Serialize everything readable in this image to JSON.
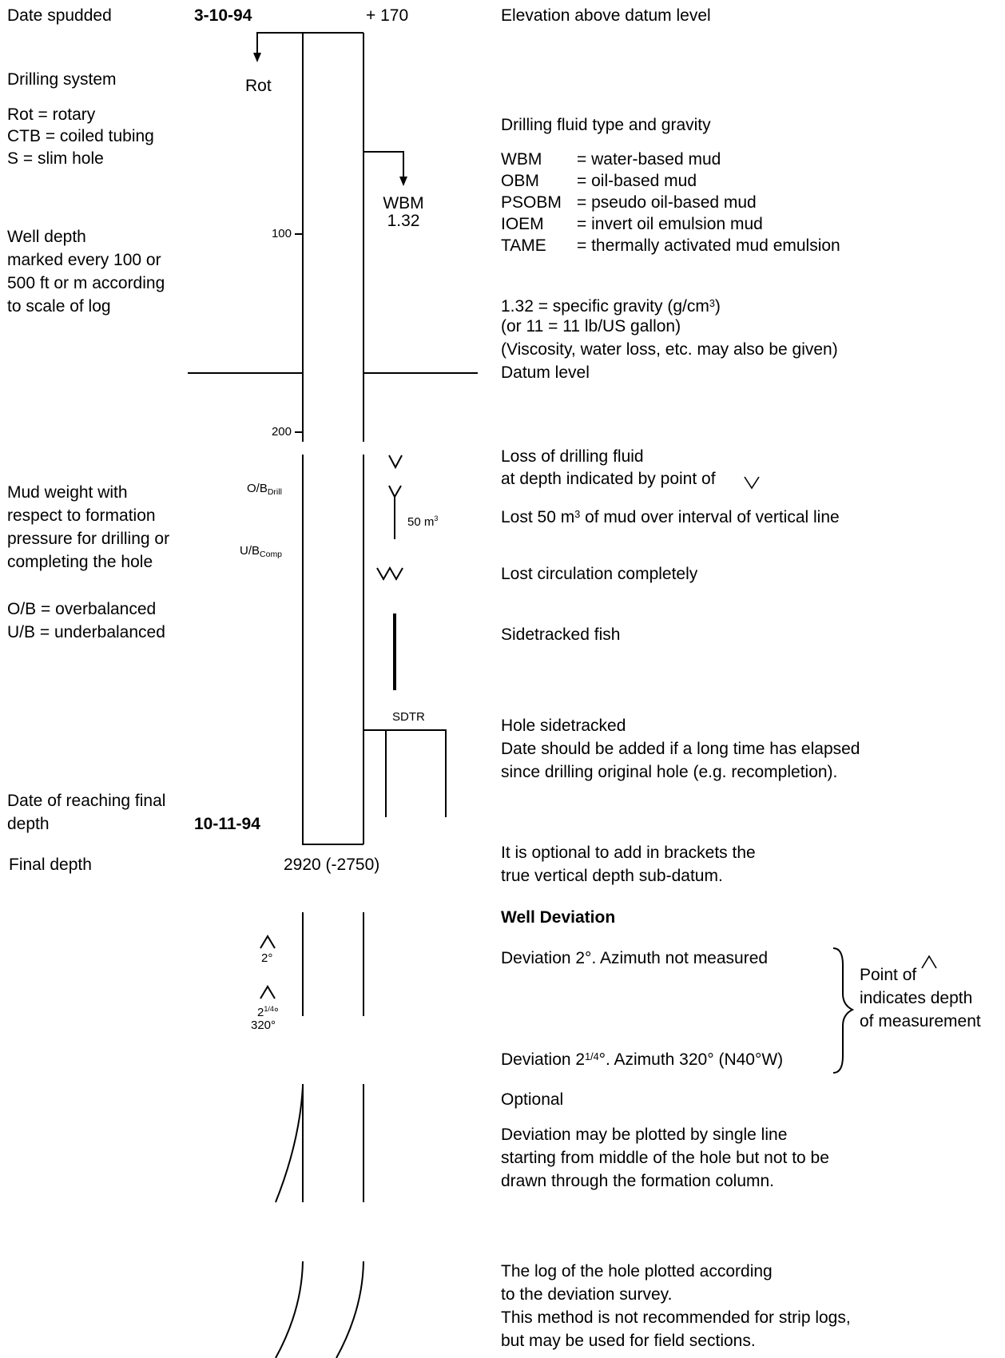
{
  "left": {
    "date_spudded": "Date spudded",
    "drilling_system": "Drilling system",
    "rot_def": "Rot = rotary",
    "ctb_def": "CTB = coiled tubing",
    "s_def": "S = slim hole",
    "well_depth_1": "Well depth",
    "well_depth_2": "marked every 100 or",
    "well_depth_3": "500 ft or m according",
    "well_depth_4": "to scale of log",
    "mud_weight_1": "Mud weight with",
    "mud_weight_2": "respect to formation",
    "mud_weight_3": "pressure for drilling or",
    "mud_weight_4": "completing the hole",
    "ob_def": "O/B = overbalanced",
    "ub_def": "U/B = underbalanced",
    "final_date_1": "Date of reaching final",
    "final_date_2": "depth",
    "final_depth": "Final depth"
  },
  "log": {
    "date_spudded_value": "3-10-94",
    "elevation_value": "+ 170",
    "rot": "Rot",
    "wbm": "WBM",
    "gravity": "1.32",
    "depth_100": "100",
    "depth_200": "200",
    "ob": "O/B",
    "ob_sub": "Drill",
    "ub": "U/B",
    "ub_sub": "Comp",
    "lost_50": "50 m",
    "lost_50_sup": "3",
    "sdtr": "SDTR",
    "final_date_value": "10-11-94",
    "final_depth_value": "2920 (-2750)",
    "dev_2": "2°",
    "dev_214_a": "2",
    "dev_214_frac": "1/4",
    "dev_214_b": "°",
    "az_320": "320°"
  },
  "right": {
    "elevation": "Elevation above datum level",
    "fluid_title": "Drilling fluid type and gravity",
    "mud_types": [
      {
        "code": "WBM",
        "desc": "= water-based mud"
      },
      {
        "code": "OBM",
        "desc": "= oil-based mud"
      },
      {
        "code": "PSOBM",
        "desc": "= pseudo oil-based mud"
      },
      {
        "code": "IOEM",
        "desc": "= invert oil emulsion mud"
      },
      {
        "code": "TAME",
        "desc": "= thermally activated mud emulsion"
      }
    ],
    "sg_a": "1.32 = specific gravity (g/cm",
    "sg_sup": "3",
    "sg_b": ")",
    "sg_alt": "(or 11 = 11 lb/US gallon)",
    "viscosity": "(Viscosity, water loss, etc. may also be given)",
    "datum": "Datum level",
    "loss_1": "Loss of drilling fluid",
    "loss_2": "at depth indicated by point of",
    "lost_50_a": "Lost 50 m",
    "lost_50_sup": "3",
    "lost_50_b": " of mud over interval of vertical line",
    "lost_circ": "Lost circulation completely",
    "fish": "Sidetracked fish",
    "sidetracked_1": "Hole sidetracked",
    "sidetracked_2": "Date should be added if a long time has elapsed",
    "sidetracked_3": "since drilling original hole (e.g. recompletion).",
    "optional_tvd_1": "It is optional to add in brackets the",
    "optional_tvd_2": "true vertical depth sub-datum.",
    "well_dev_title": "Well Deviation",
    "dev_2_text": "Deviation 2°. Azimuth not measured",
    "dev_214_a": "Deviation 2",
    "dev_214_frac": "1/4",
    "dev_214_b": "°. Azimuth 320° (N40°W)",
    "point_1": "Point of",
    "point_2": "indicates depth",
    "point_3": "of measurement",
    "optional": "Optional",
    "opt_line_1": "Deviation may be plotted by single line",
    "opt_line_2": "starting from middle of the hole but not to be",
    "opt_line_3": "drawn through the formation column.",
    "survey_1": "The log of the hole plotted according",
    "survey_2": "to the deviation survey.",
    "survey_3": "This method is not recommended for strip logs,",
    "survey_4": "but may be used for field sections."
  }
}
